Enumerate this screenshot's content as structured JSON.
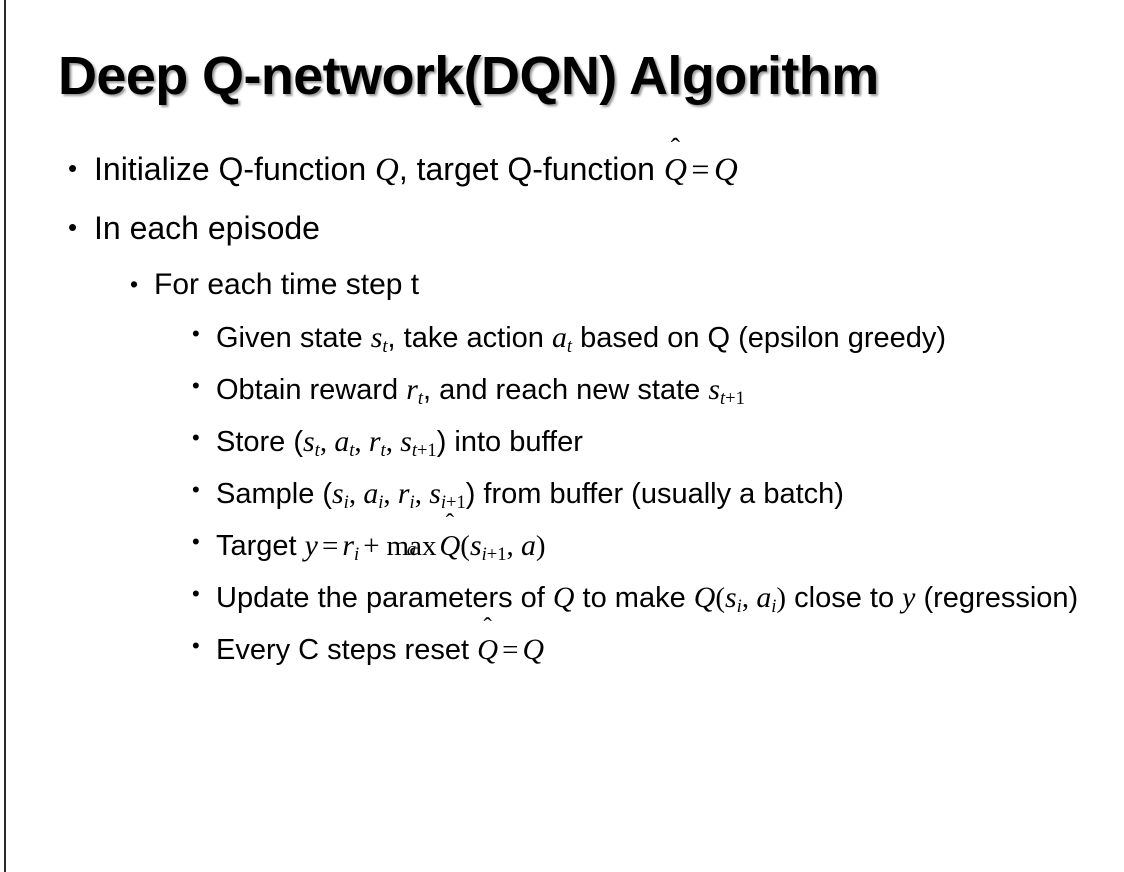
{
  "slide": {
    "title": "Deep Q-network(DQN) Algorithm",
    "background_color": "#ffffff",
    "text_color": "#000000",
    "edge_rule_color": "#2b2b2b",
    "bullet_glyph": "•"
  },
  "content": {
    "b1": {
      "level": 1,
      "pre": "Initialize Q-function ",
      "var_q1": "Q",
      "mid": ", target Q-function ",
      "qhat": "Q",
      "hat": "̂",
      "eq": "=",
      "var_q2": "Q"
    },
    "b2": {
      "level": 1,
      "text": "In each episode"
    },
    "b3": {
      "level": 2,
      "text": "For each time step t"
    },
    "b4": {
      "level": 3,
      "pre": "Given state ",
      "s": "s",
      "s_sub": "t",
      "mid": ", take action ",
      "a": "a",
      "a_sub": "t",
      "post": " based on Q (epsilon greedy)"
    },
    "b5": {
      "level": 3,
      "pre": "Obtain reward ",
      "r": "r",
      "r_sub": "t",
      "mid": ", and reach new state ",
      "s": "s",
      "s_sub_var": "t",
      "s_sub_num": "+1"
    },
    "b6": {
      "level": 3,
      "pre": "Store (",
      "s1": "s",
      "s1_sub": "t",
      "c1": ", ",
      "a1": "a",
      "a1_sub": "t",
      "c2": ", ",
      "r1": "r",
      "r1_sub": "t",
      "c3": ", ",
      "s2": "s",
      "s2_sub_var": "t",
      "s2_sub_num": "+1",
      "post": ") into buffer"
    },
    "b7": {
      "level": 3,
      "pre": "Sample (",
      "s1": "s",
      "s1_sub": "i",
      "c1": ", ",
      "a1": "a",
      "a1_sub": "i",
      "c2": ", ",
      "r1": "r",
      "r1_sub": "i",
      "c3": ", ",
      "s2": "s",
      "s2_sub_var": "i",
      "s2_sub_num": "+1",
      "post": ") from buffer (usually a batch)"
    },
    "b8": {
      "level": 3,
      "pre": "Target ",
      "y": "y",
      "eq": "=",
      "r": "r",
      "r_sub": "i",
      "plus": "+",
      "max": "max",
      "max_under": "a",
      "qhat": "Q",
      "hat": "̂",
      "paren_open": "(",
      "s": "s",
      "s_sub_var": "i",
      "s_sub_num": "+1",
      "comma": ", ",
      "a": "a",
      "paren_close": ")"
    },
    "b9": {
      "level": 3,
      "pre": "Update the parameters of ",
      "q1": "Q",
      "mid": " to make ",
      "q2": "Q",
      "paren_open": "(",
      "s": "s",
      "s_sub": "i",
      "comma": ", ",
      "a": "a",
      "a_sub": "i",
      "paren_close": ")",
      "mid2": " close to ",
      "y": "y",
      "post": " (regression)"
    },
    "b10": {
      "level": 3,
      "pre": "Every C steps reset ",
      "qhat": "Q",
      "hat": "̂",
      "eq": "=",
      "q": "Q"
    }
  }
}
